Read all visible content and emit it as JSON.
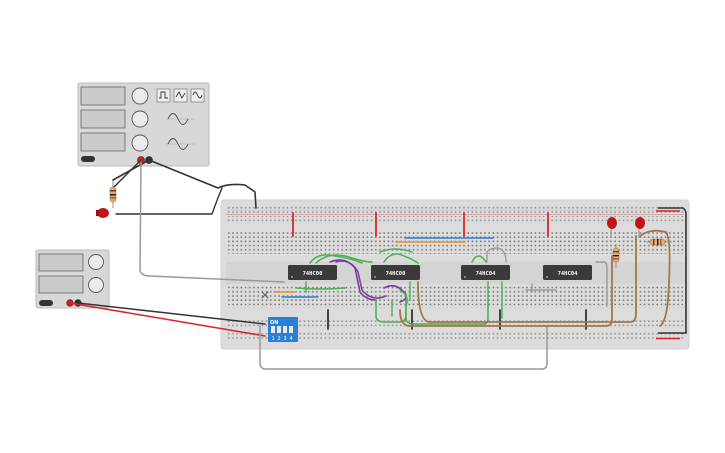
{
  "chips": [
    {
      "label": "74HC00"
    },
    {
      "label": "74HC00"
    },
    {
      "label": "74HC04"
    },
    {
      "label": "74HC04"
    }
  ],
  "dip_switch": {
    "on_label": "ON",
    "positions": [
      "1",
      "2",
      "3",
      "4"
    ]
  },
  "colors": {
    "breadboard": "#dcdcdc",
    "power_red": "#d9262c",
    "power_black": "#333333",
    "chip_body": "#3a3a3a",
    "wire_green": "#4caf50",
    "wire_purple": "#7b3fa0",
    "wire_brown": "#a0784a",
    "wire_gray": "#9a9a9a",
    "wire_blue": "#2a7fd4",
    "wire_orange": "#e8902a",
    "dip_blue": "#2b7fd6",
    "led_red": "#c0141a"
  },
  "icons": [
    "function-generator-icon",
    "power-supply-icon",
    "led-icon",
    "resistor-icon",
    "square-wave-icon",
    "triangle-wave-icon",
    "sine-wave-icon"
  ]
}
